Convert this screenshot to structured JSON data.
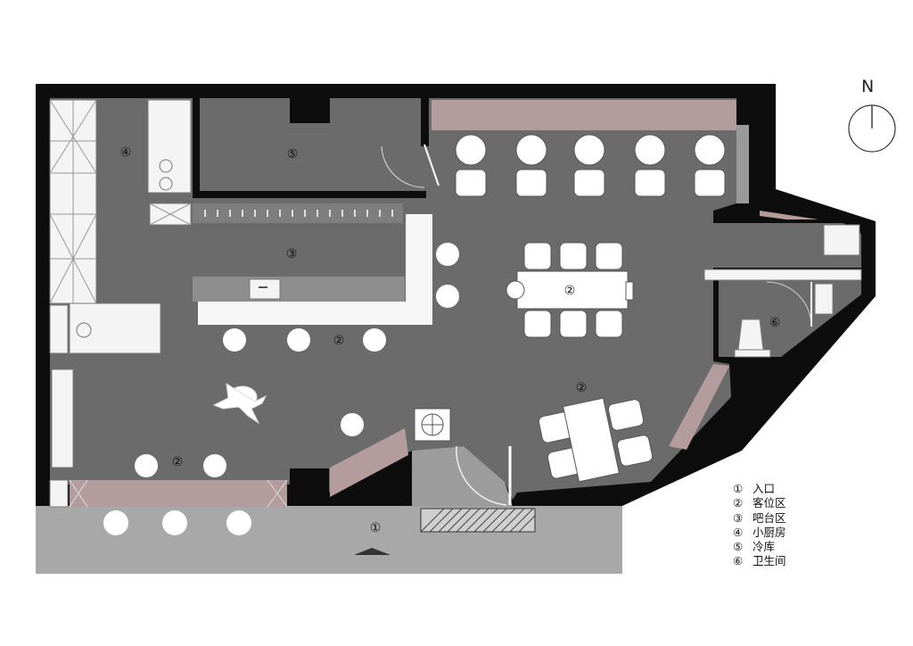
{
  "north_label": "N",
  "colors": {
    "wall": "#0d0d0d",
    "floor": "#6b6b6b",
    "exterior": "#a8a8a8",
    "counter": "#8a8a8a",
    "accent_pink": "#b49c9c",
    "furniture": "#ffffff"
  },
  "room_markers": [
    {
      "id": "marker-kitchen",
      "label": "④"
    },
    {
      "id": "marker-cold-storage",
      "label": "⑤"
    },
    {
      "id": "marker-bar",
      "label": "③"
    },
    {
      "id": "marker-dining-table",
      "label": "②"
    },
    {
      "id": "marker-bar-seating",
      "label": "②"
    },
    {
      "id": "marker-dining-east",
      "label": "②"
    },
    {
      "id": "marker-dining-south",
      "label": "②"
    },
    {
      "id": "marker-restroom",
      "label": "⑥"
    },
    {
      "id": "marker-entrance",
      "label": "①"
    }
  ],
  "legend": [
    {
      "num": "①",
      "text": "入口"
    },
    {
      "num": "②",
      "text": "客位区"
    },
    {
      "num": "③",
      "text": "吧台区"
    },
    {
      "num": "④",
      "text": "小厨房"
    },
    {
      "num": "⑤",
      "text": "冷库"
    },
    {
      "num": "⑥",
      "text": "卫生间"
    }
  ]
}
